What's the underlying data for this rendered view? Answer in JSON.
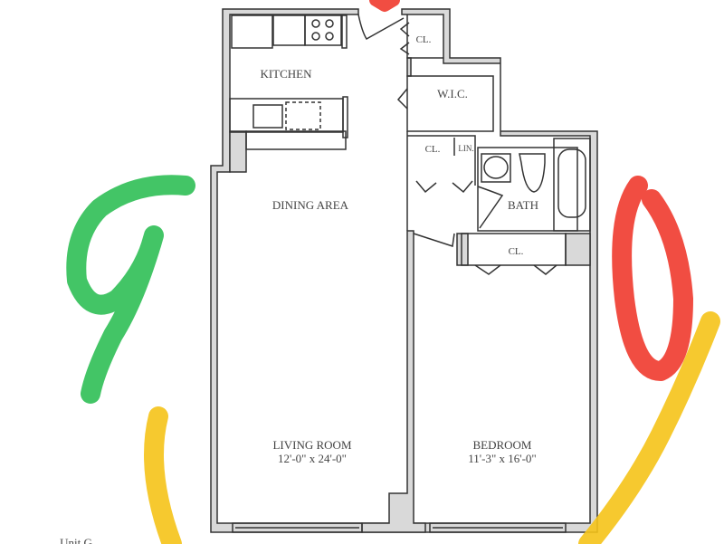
{
  "plan": {
    "unit_label": "Unit G",
    "rooms": {
      "kitchen": "KITCHEN",
      "closet_entry": "CL.",
      "wic": "W.I.C.",
      "closet_hall": "CL.",
      "linen": "LIN.",
      "bath": "BATH",
      "dining": "DINING AREA",
      "closet_bedroom": "CL.",
      "living": "LIVING ROOM",
      "living_dims": "12'-0\"  x  24'-0\"",
      "bedroom": "BEDROOM",
      "bedroom_dims": "11'-3\" x 16'-0\""
    }
  },
  "colors": {
    "green": "#2fbf55",
    "red": "#f03a2e",
    "yellow": "#f5c318",
    "wall": "#d9d9d9"
  }
}
